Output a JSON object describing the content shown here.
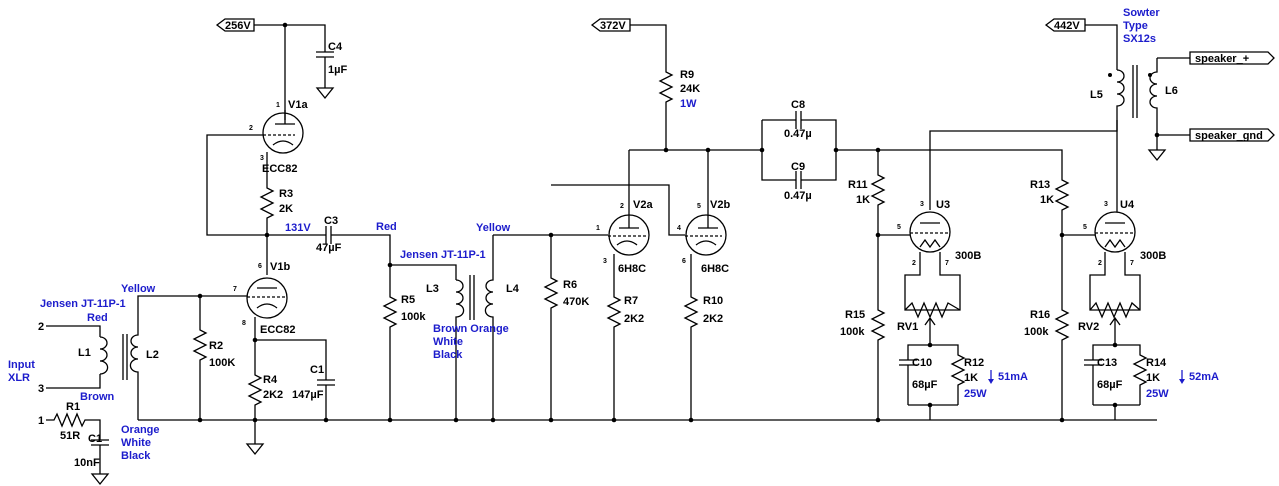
{
  "rails": {
    "v256": "256V",
    "v372": "372V",
    "v442": "442V"
  },
  "io": {
    "speaker_plus": "speaker_+",
    "speaker_gnd": "speaker_gnd",
    "input1": "Input",
    "input2": "XLR",
    "pin2": "2",
    "pin3": "3",
    "pin1": "1"
  },
  "tubes": {
    "v1a": {
      "name": "V1a",
      "type": "ECC82",
      "p1": "1",
      "p2": "2",
      "p3": "3"
    },
    "v1b": {
      "name": "V1b",
      "type": "ECC82",
      "p6": "6",
      "p7": "7",
      "p8": "8"
    },
    "v2a": {
      "name": "V2a",
      "type": "6H8C",
      "p2": "2",
      "p1": "1",
      "p3": "3"
    },
    "v2b": {
      "name": "V2b",
      "type": "6H8C",
      "p5": "5",
      "p4": "4",
      "p6": "6"
    },
    "u3": {
      "name": "U3",
      "type": "300B",
      "p3": "3",
      "p5": "5",
      "p2": "2",
      "p7": "7"
    },
    "u4": {
      "name": "U4",
      "type": "300B",
      "p3": "3",
      "p5": "5",
      "p2": "2",
      "p7": "7"
    }
  },
  "parts": {
    "c4": {
      "ref": "C4",
      "val": "1µF"
    },
    "r3": {
      "ref": "R3",
      "val": "2K"
    },
    "c3": {
      "ref": "C3",
      "val": "47µF"
    },
    "node131": "131V",
    "r4": {
      "ref": "R4",
      "val": "2K2"
    },
    "c1a": {
      "ref": "C1",
      "val": "147µF"
    },
    "r2": {
      "ref": "R2",
      "val": "100K"
    },
    "r1": {
      "ref": "R1",
      "val": "51R"
    },
    "c1b": {
      "ref": "C1",
      "val": "10nF"
    },
    "r5": {
      "ref": "R5",
      "val": "100k"
    },
    "r6": {
      "ref": "R6",
      "val": "470K"
    },
    "r7": {
      "ref": "R7",
      "val": "2K2"
    },
    "r10": {
      "ref": "R10",
      "val": "2K2"
    },
    "r9": {
      "ref": "R9",
      "val": "24K",
      "w": "1W"
    },
    "c8": {
      "ref": "C8",
      "val": "0.47µ"
    },
    "c9": {
      "ref": "C9",
      "val": "0.47µ"
    },
    "r11": {
      "ref": "R11",
      "val": "1K"
    },
    "r15": {
      "ref": "R15",
      "val": "100k"
    },
    "rv1": {
      "ref": "RV1"
    },
    "c10": {
      "ref": "C10",
      "val": "68µF"
    },
    "r12": {
      "ref": "R12",
      "val": "1K",
      "w": "25W",
      "i": "51mA"
    },
    "r13": {
      "ref": "R13",
      "val": "1K"
    },
    "r16": {
      "ref": "R16",
      "val": "100k"
    },
    "rv2": {
      "ref": "RV2"
    },
    "c13": {
      "ref": "C13",
      "val": "68µF"
    },
    "r14": {
      "ref": "R14",
      "val": "1K",
      "w": "25W",
      "i": "52mA"
    }
  },
  "transformers": {
    "l1": "L1",
    "l2": "L2",
    "l3": "L3",
    "l4": "L4",
    "l5": "L5",
    "l6": "L6",
    "sowter1": "Sowter",
    "sowter2": "Type",
    "sowter3": "SX12s"
  },
  "wires": {
    "jensen1": "Jensen JT-11P-1",
    "yellow1": "Yellow",
    "red1": "Red",
    "brown1": "Brown",
    "orange1": "Orange",
    "white1": "White",
    "black1": "Black",
    "red2": "Red",
    "jensen2": "Jensen JT-11P-1",
    "yellow2": "Yellow",
    "brownorange": "Brown Orange",
    "white2": "White",
    "black2": "Black"
  }
}
